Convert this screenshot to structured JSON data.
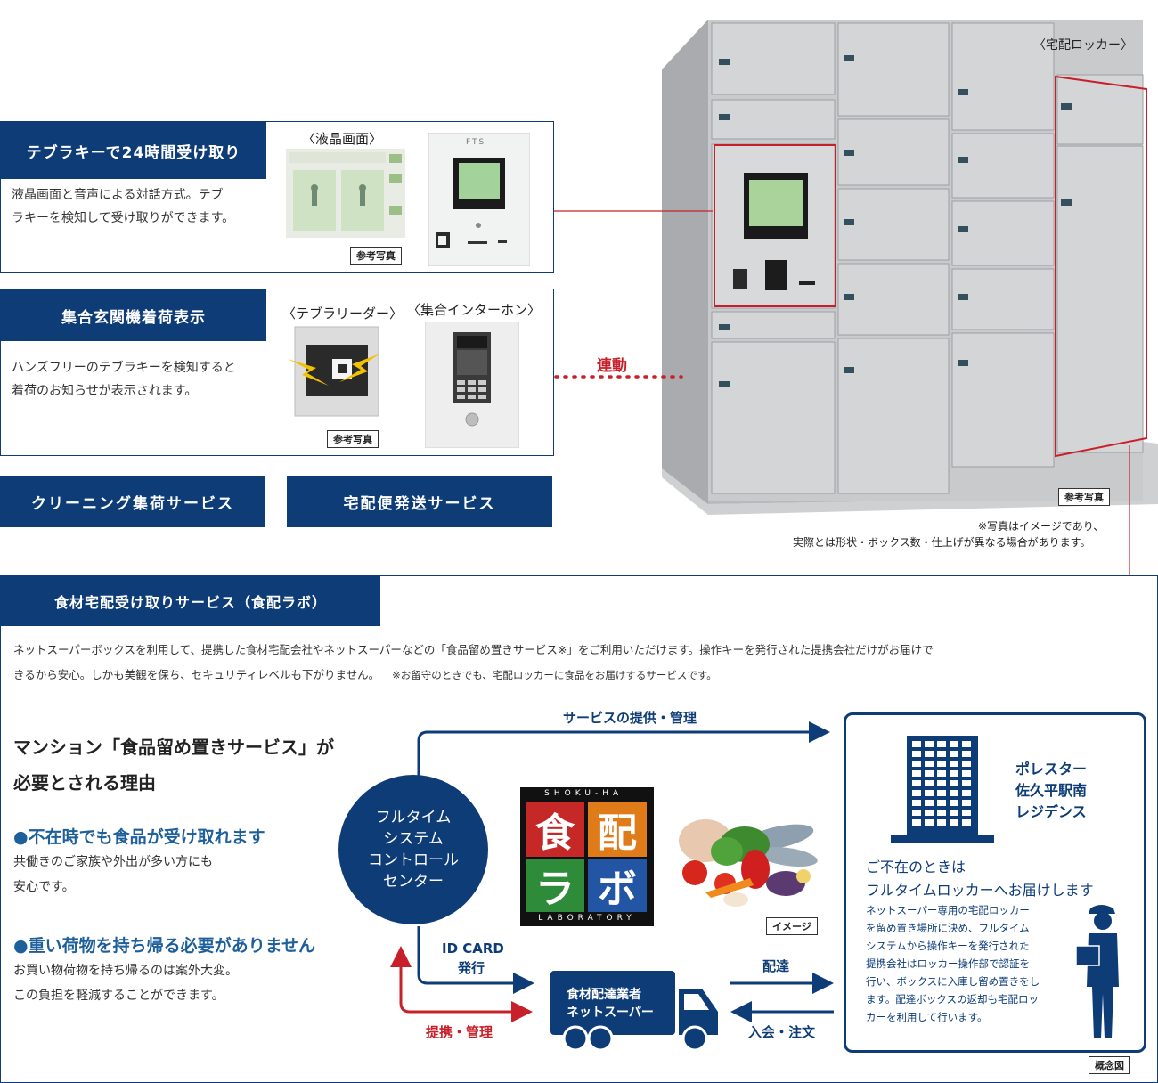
{
  "locker": {
    "caption": "〈宅配ロッカー〉",
    "ref_label": "参考写真",
    "note_line1": "※写真はイメージであり、",
    "note_line2": "実際とは形状・ボックス数・仕上げが異なる場合があります。",
    "link_label": "連動"
  },
  "feature1": {
    "title": "テブラキーで24時間受け取り",
    "body_line1": "液晶画面と音声による対話方式。テブ",
    "body_line2": "ラキーを検知して受け取りができます。",
    "screen_caption": "〈液晶画面〉",
    "ref_label": "参考写真",
    "panel_logo": "FTS"
  },
  "feature2": {
    "title": "集合玄関機着荷表示",
    "body_line1": "ハンズフリーのテブラキーを検知すると",
    "body_line2": "着荷のお知らせが表示されます。",
    "reader_caption": "〈テブラリーダー〉",
    "intercom_caption": "〈集合インターホン〉",
    "ref_label": "参考写真"
  },
  "services": {
    "cleaning": "クリーニング集荷サービス",
    "shipping": "宅配便発送サービス"
  },
  "food": {
    "title": "食材宅配受け取りサービス（食配ラボ）",
    "desc_line1": "ネットスーパーボックスを利用して、提携した食材宅配会社やネットスーパーなどの「食品留め置きサービス※」をご利用いただけます。操作キーを発行された提携会社だけがお届けで",
    "desc_line2": "きるから安心。しかも美観を保ち、セキュリティレベルも下がりません。",
    "desc_note": "※お留守のときでも、宅配ロッカーに食品をお届けするサービスです。",
    "heading_line1": "マンション「食品留め置きサービス」が",
    "heading_line2": "必要とされる理由",
    "reason1_title": "●不在時でも食品が受け取れます",
    "reason1_line1": "共働きのご家族や外出が多い方にも",
    "reason1_line2": "安心です。",
    "reason2_title": "●重い荷物を持ち帰る必要がありません",
    "reason2_line1": "お買い物荷物を持ち帰るのは案外大変。",
    "reason2_line2": "この負担を軽減することができます。"
  },
  "diagram": {
    "center_line1": "フルタイム",
    "center_line2": "システム",
    "center_line3": "コントロール",
    "center_line4": "センター",
    "service_label": "サービスの提供・管理",
    "idcard_line1": "ID CARD",
    "idcard_line2": "発行",
    "partner_label": "提携・管理",
    "deliver_label": "配達",
    "join_label": "入会・注文",
    "truck_line1": "食材配達業者",
    "truck_line2": "ネットスーパー",
    "logo_top": "SHOKU-HAI",
    "logo_c1": "食",
    "logo_c2": "配",
    "logo_c3": "ラ",
    "logo_c4": "ボ",
    "logo_bottom": "LABORATORY",
    "image_label": "イメージ",
    "building_line1": "ポレスター",
    "building_line2": "佐久平駅南",
    "building_line3": "レジデンス",
    "absent_line1": "ご不在のときは",
    "absent_line2": "フルタイムロッカーへお届けします",
    "detail_line1": "ネットスーパー専用の宅配ロッカー",
    "detail_line2": "を留め置き場所に決め、フルタイム",
    "detail_line3": "システムから操作キーを発行された",
    "detail_line4": "提携会社はロッカー操作部で認証を",
    "detail_line5": "行い、ボックスに入庫し留め置きをし",
    "detail_line6": "ます。配達ボックスの返却も宅配ロッ",
    "detail_line7": "カーを利用して行います。",
    "concept_label": "概念図"
  },
  "colors": {
    "navy": "#0d3c77",
    "red": "#c8202a",
    "text_blue": "#1d5f9a",
    "logo_red": "#c62828",
    "logo_orange": "#e07b1a",
    "logo_green": "#2e8b3a",
    "logo_blue": "#2255a4"
  }
}
